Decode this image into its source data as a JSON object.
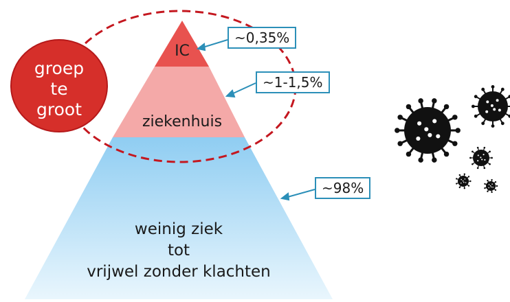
{
  "pyramid": {
    "top_label": "IC",
    "middle_label": "ziekenhuis",
    "bottom_lines": [
      "weinig ziek",
      "tot",
      "vrijwel zonder klachten"
    ]
  },
  "callouts": {
    "ic_pct": "~0,35%",
    "hospital_pct": "~1-1,5%",
    "mild_pct": "~98%"
  },
  "group_circle": {
    "lines": [
      "groep",
      "te",
      "groot"
    ]
  },
  "colors": {
    "ic": "#e8524f",
    "hospital": "#f4a9a8",
    "mild_top": "#8fcdf2",
    "mild_bottom": "#e9f6fd",
    "circle_fill": "#d62f2a",
    "circle_stroke": "#b5191a",
    "dashed": "#c4171f",
    "callout_border": "#2b8fb8",
    "virus": "#111111"
  },
  "icons": [
    "virus-icon"
  ]
}
